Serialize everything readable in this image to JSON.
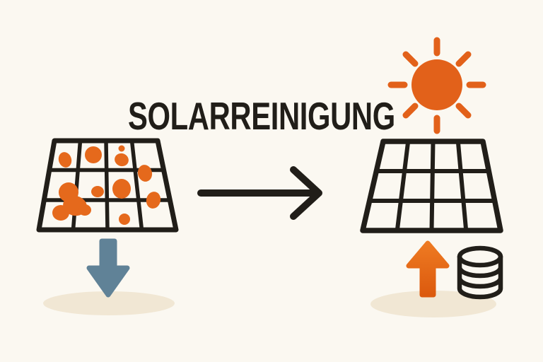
{
  "title": {
    "text": "SOLARREINIGUNG"
  },
  "colors": {
    "background": "#fbf8f1",
    "ink_black": "#211e19",
    "orange": "#e5691c",
    "sun_orange": "#e2611a",
    "steel_blue": "#608297",
    "shadow_beige": "#f1e7d4",
    "arrow_orange_top": "#ee7a22",
    "arrow_orange_bottom": "#dc5a0e"
  },
  "icons": {
    "before_panel": "dirty-solar-panel-icon",
    "after_panel": "clean-solar-panel-icon",
    "sun": "sun-icon",
    "transition": "right-arrow-icon",
    "output_decrease": "down-arrow-icon",
    "output_increase": "up-arrow-icon",
    "savings": "coin-stack-icon"
  },
  "panels": {
    "columns": 4,
    "rows": 3,
    "left_stain_count": 13
  }
}
